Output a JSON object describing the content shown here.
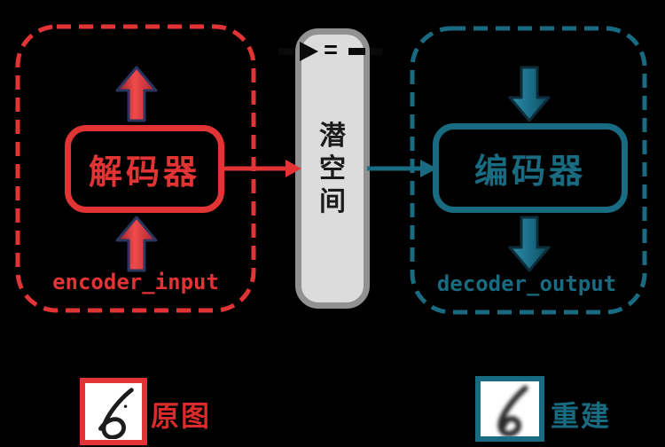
{
  "left_group": {
    "module_label": "解码器",
    "caption": "encoder_input"
  },
  "latent": {
    "label": "潜空间",
    "equals_sign": "="
  },
  "right_group": {
    "module_label": "编码器",
    "caption": "decoder_output"
  },
  "samples": {
    "original": {
      "digit": "6",
      "label": "原图"
    },
    "reconstruction": {
      "digit": "6",
      "label": "重建"
    }
  },
  "colors": {
    "background": "#000000",
    "input_red": "#e23434",
    "output_teal": "#186b80",
    "latent_fill": "#dcdcdc",
    "latent_border": "#919191",
    "dashed_arrow_black": "#0a0a0a",
    "arrow_outline_navy": "#2a3560",
    "arrow_outline_dark_teal": "#0d2d3b"
  }
}
